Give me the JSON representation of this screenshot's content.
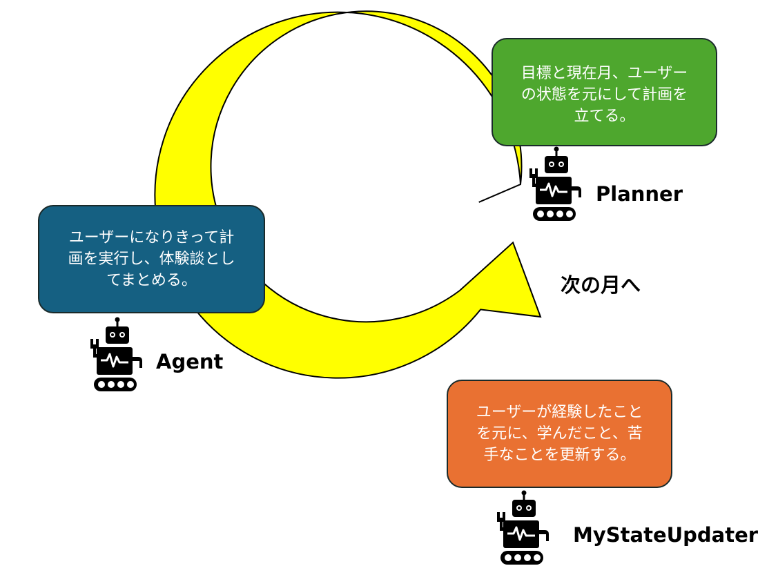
{
  "boxes": {
    "planner": {
      "lines": [
        "目標と現在月、ユーザー",
        "の状態を元にして計画を",
        "立てる。"
      ],
      "color": "#4ea72e"
    },
    "agent": {
      "lines": [
        "ユーザーになりきって計",
        "画を実行し、体験談とし",
        "てまとめる。"
      ],
      "color": "#156082"
    },
    "updater": {
      "lines": [
        "ユーザーが経験したこと",
        "を元に、学んだこと、苦",
        "手なことを更新する。"
      ],
      "color": "#e97132"
    }
  },
  "labels": {
    "planner": "Planner",
    "agent": "Agent",
    "updater": "MyStateUpdater",
    "next_month": "次の月へ"
  },
  "icons": {
    "planner": "robot-icon",
    "agent": "robot-icon",
    "updater": "robot-icon"
  },
  "arrow_color": "#ffff00"
}
